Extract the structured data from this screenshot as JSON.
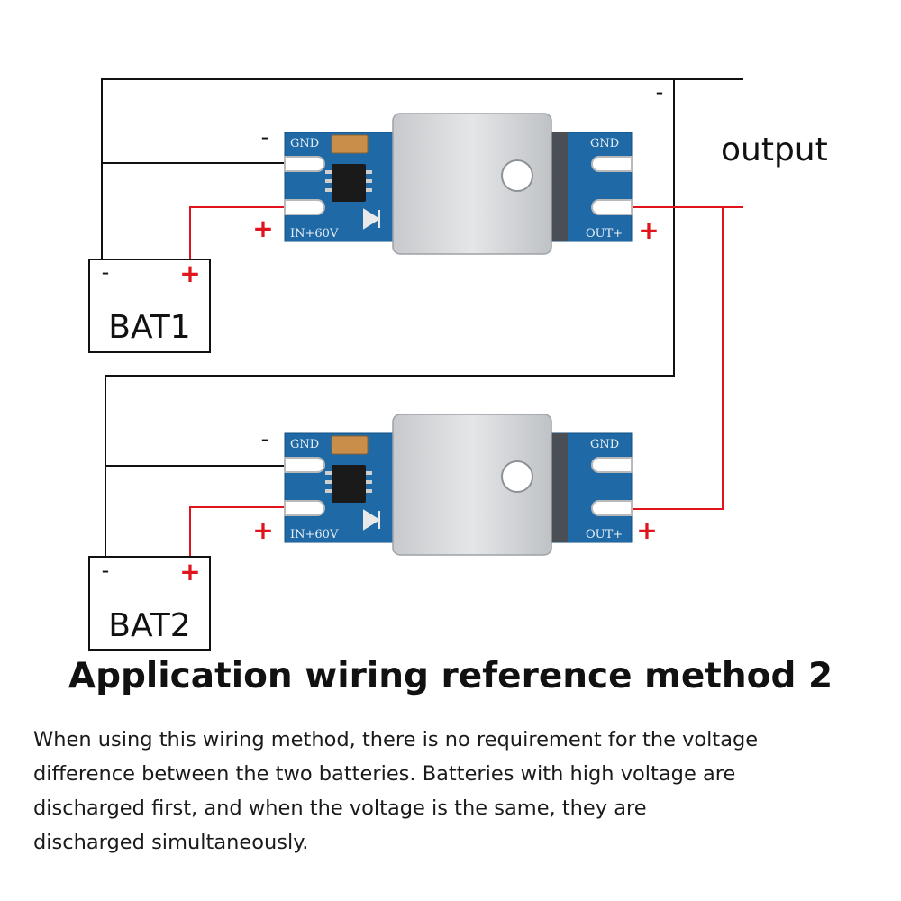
{
  "diagram": {
    "output_label": "output",
    "minus": "-",
    "plus": "+",
    "batteries": [
      {
        "label": "BAT1",
        "minus": "-",
        "plus": "+"
      },
      {
        "label": "BAT2",
        "minus": "-",
        "plus": "+"
      }
    ],
    "modules": [
      {
        "gnd_in": "GND",
        "gnd_out": "GND",
        "in_label": "IN+60V",
        "out_label": "OUT+"
      },
      {
        "gnd_in": "GND",
        "gnd_out": "GND",
        "in_label": "IN+60V",
        "out_label": "OUT+"
      }
    ],
    "colors": {
      "positive_wire": "#e0141c",
      "negative_wire": "#111111",
      "pcb": "#1f6aa6",
      "heatsink": "#d7d9dc"
    }
  },
  "title": "Application wiring reference method 2",
  "description": {
    "lines": [
      "When using this wiring method, there is no requirement for the voltage",
      "difference between the two batteries. Batteries with high voltage are",
      "discharged first, and when the voltage is the same, they are",
      "discharged simultaneously."
    ]
  }
}
